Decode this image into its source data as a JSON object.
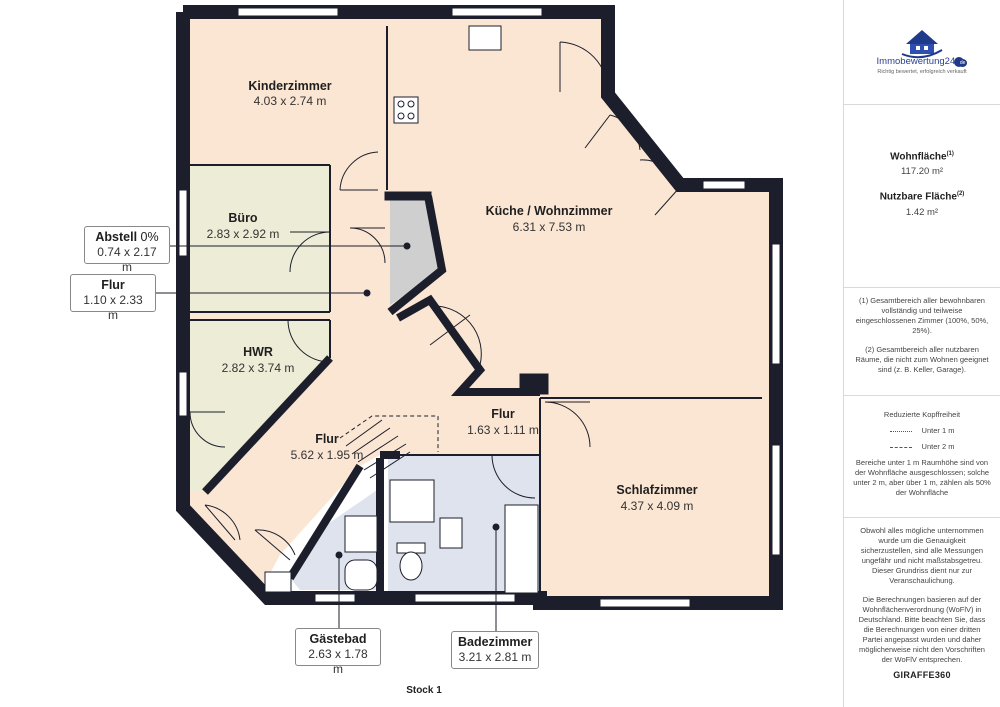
{
  "floor": {
    "label": "Stock 1"
  },
  "rooms": [
    {
      "id": "kinderzimmer",
      "name": "Kinderzimmer",
      "dims": "4.03 x 2.74 m"
    },
    {
      "id": "kueche",
      "name": "Küche / Wohnzimmer",
      "dims": "6.31 x 7.53 m"
    },
    {
      "id": "buero",
      "name": "Büro",
      "dims": "2.83 x 2.92 m"
    },
    {
      "id": "hwr",
      "name": "HWR",
      "dims": "2.82 x 3.74 m"
    },
    {
      "id": "flur-main",
      "name": "Flur",
      "dims": "5.62 x 1.95 m"
    },
    {
      "id": "flur-small",
      "name": "Flur",
      "dims": "1.63 x 1.11 m"
    },
    {
      "id": "schlafzimmer",
      "name": "Schlafzimmer",
      "dims": "4.37 x 4.09 m"
    }
  ],
  "callouts": {
    "abstell": {
      "name": "Abstell",
      "suffix": " 0%",
      "dims": "0.74 x 2.17 m"
    },
    "flur": {
      "name": "Flur",
      "dims": "1.10 x 2.33 m"
    },
    "gaestebad": {
      "name": "Gästebad",
      "dims": "2.63 x 1.78 m"
    },
    "badezimmer": {
      "name": "Badezimmer",
      "dims": "3.21 x 2.81 m"
    }
  },
  "colors": {
    "wall": "#1c1f2b",
    "living": "#fbe6d4",
    "utility": "#edecd7",
    "bath": "#dee3ee",
    "storage": "#cfcfcf"
  },
  "panel": {
    "logo": {
      "name": "Immobewertung24",
      "badge": "de",
      "tagline": "Richtig bewertet, erfolgreich verkauft",
      "icon": "house-logo-icon"
    },
    "wohnflaeche": {
      "label": "Wohnfläche",
      "sup": "(1)",
      "value": "117.20 m²"
    },
    "nutzbar": {
      "label": "Nutzbare Fläche",
      "sup": "(2)",
      "value": "1.42 m²"
    },
    "note1": "(1) Gesamtbereich aller bewohnbaren vollständig und teilweise eingeschlossenen Zimmer (100%, 50%, 25%).",
    "note2": "(2) Gesamtbereich aller nutzbaren Räume, die nicht zum Wohnen geeignet sind (z. B. Keller, Garage).",
    "headroom": {
      "title": "Reduzierte Kopffreiheit",
      "under1": "Unter 1 m",
      "under2": "Unter 2 m",
      "text": "Bereiche unter 1 m Raumhöhe sind von der Wohnfläche ausgeschlossen; solche unter 2 m, aber über 1 m, zählen als 50% der Wohnfläche"
    },
    "disclaimer1": "Obwohl alles mögliche unternommen wurde um die Genauigkeit sicherzustellen, sind alle Messungen ungefähr und nicht maßstabsgetreu. Dieser Grundriss dient nur zur Veranschaulichung.",
    "disclaimer2": "Die Berechnungen basieren auf der Wohnflächenverordnung (WoFlV) in Deutschland. Bitte beachten Sie, dass die Berechnungen von einer dritten Partei angepasst wurden und daher möglicherweise nicht den Vorschriften der WoFlV entsprechen.",
    "brand": "GIRAFFE360"
  }
}
